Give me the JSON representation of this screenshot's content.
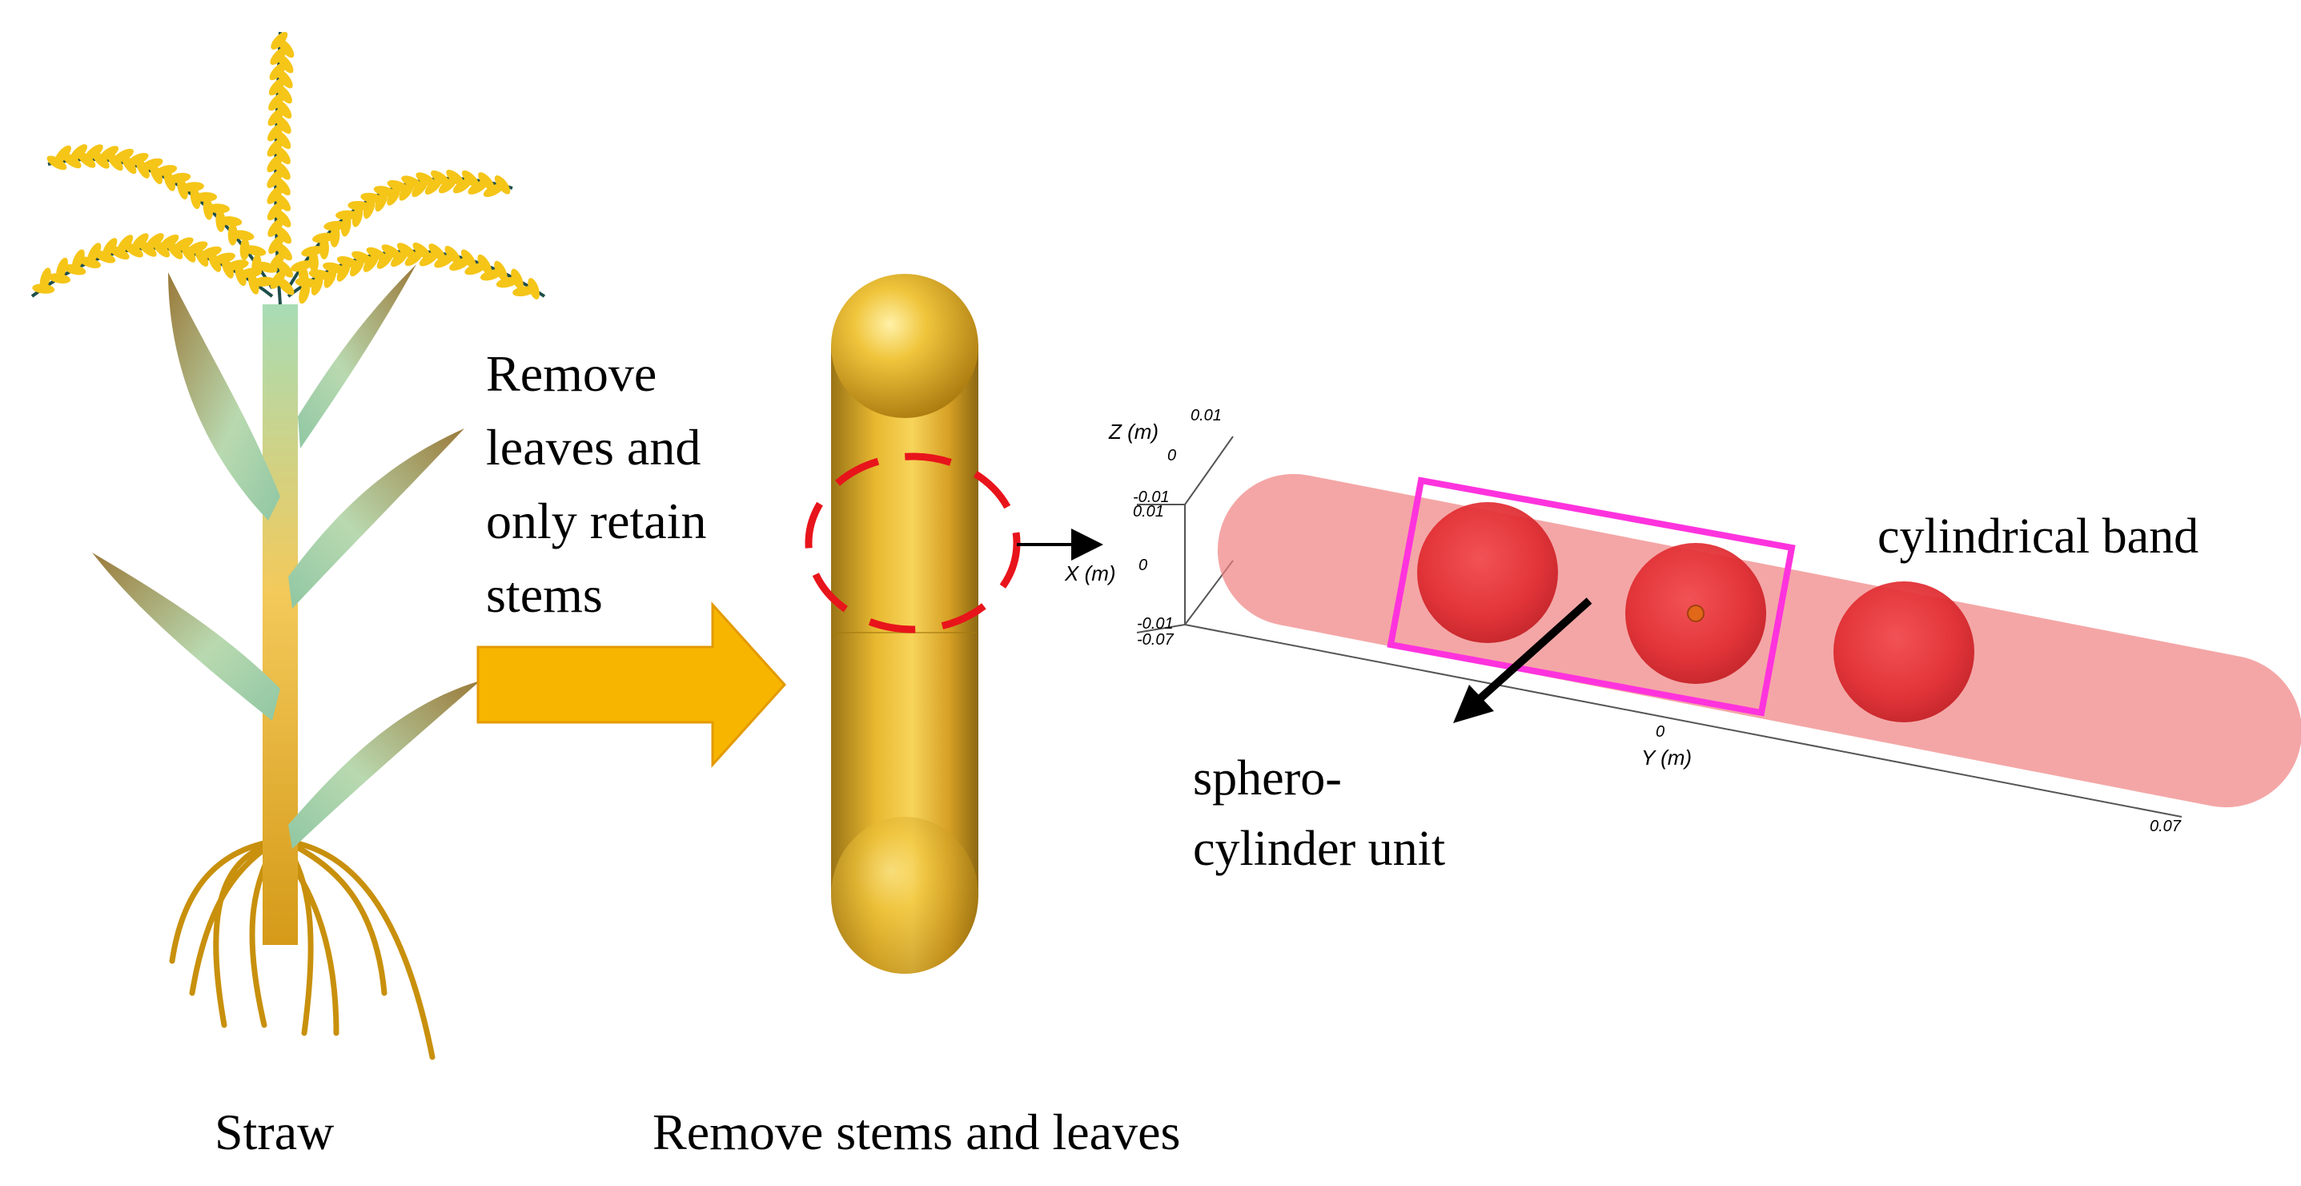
{
  "labels": {
    "process_text_line1": "Remove",
    "process_text_line2": "leaves and",
    "process_text_line3": "only retain",
    "process_text_line4": "stems",
    "straw_caption": "Straw",
    "stems_caption": "Remove stems and leaves",
    "band_label": "cylindrical band",
    "unit_label_line1": "sphero-",
    "unit_label_line2": "cylinder unit"
  },
  "axes": {
    "z_title": "Z (m)",
    "x_title": "X (m)",
    "y_title": "Y (m)",
    "z_tick_top": "0.01",
    "z_tick_mid": "0",
    "z_tick_bottom": "-0.01",
    "x_tick_top": "0.01",
    "x_tick_mid": "0",
    "x_tick_bottom": "-0.01",
    "y_tick_start": "-0.07",
    "y_tick_mid": "0",
    "y_tick_end": "0.07"
  },
  "colors": {
    "rice_grain": "#f5c518",
    "rice_stalk": "#1f4f4a",
    "stem_gold": "#d9a520",
    "arrow_fill": "#f7b500",
    "red_dash": "#e8141b",
    "capsule_red": "#f08080",
    "sphere_red": "#e3262b",
    "highlight_box": "#ff33dd",
    "root": "#c8900c"
  }
}
